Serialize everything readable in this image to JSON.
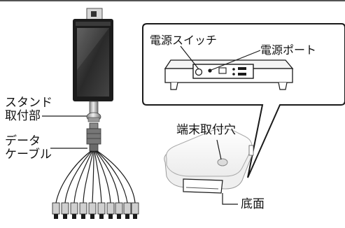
{
  "labels": {
    "stand_mount_line1": "スタンド",
    "stand_mount_line2": "取付部",
    "data_cable_line1": "データ",
    "data_cable_line2": "ケーブル",
    "power_switch": "電源スイッチ",
    "power_port": "電源ポート",
    "terminal_mount_hole": "端末取付穴",
    "bottom": "底面"
  },
  "colors": {
    "outline": "#1a1a1a",
    "device_body": "#1b1b1b",
    "screen": "#3a3a3a",
    "base_fill": "#ffffff",
    "base_shadow": "#e6e6e6"
  }
}
